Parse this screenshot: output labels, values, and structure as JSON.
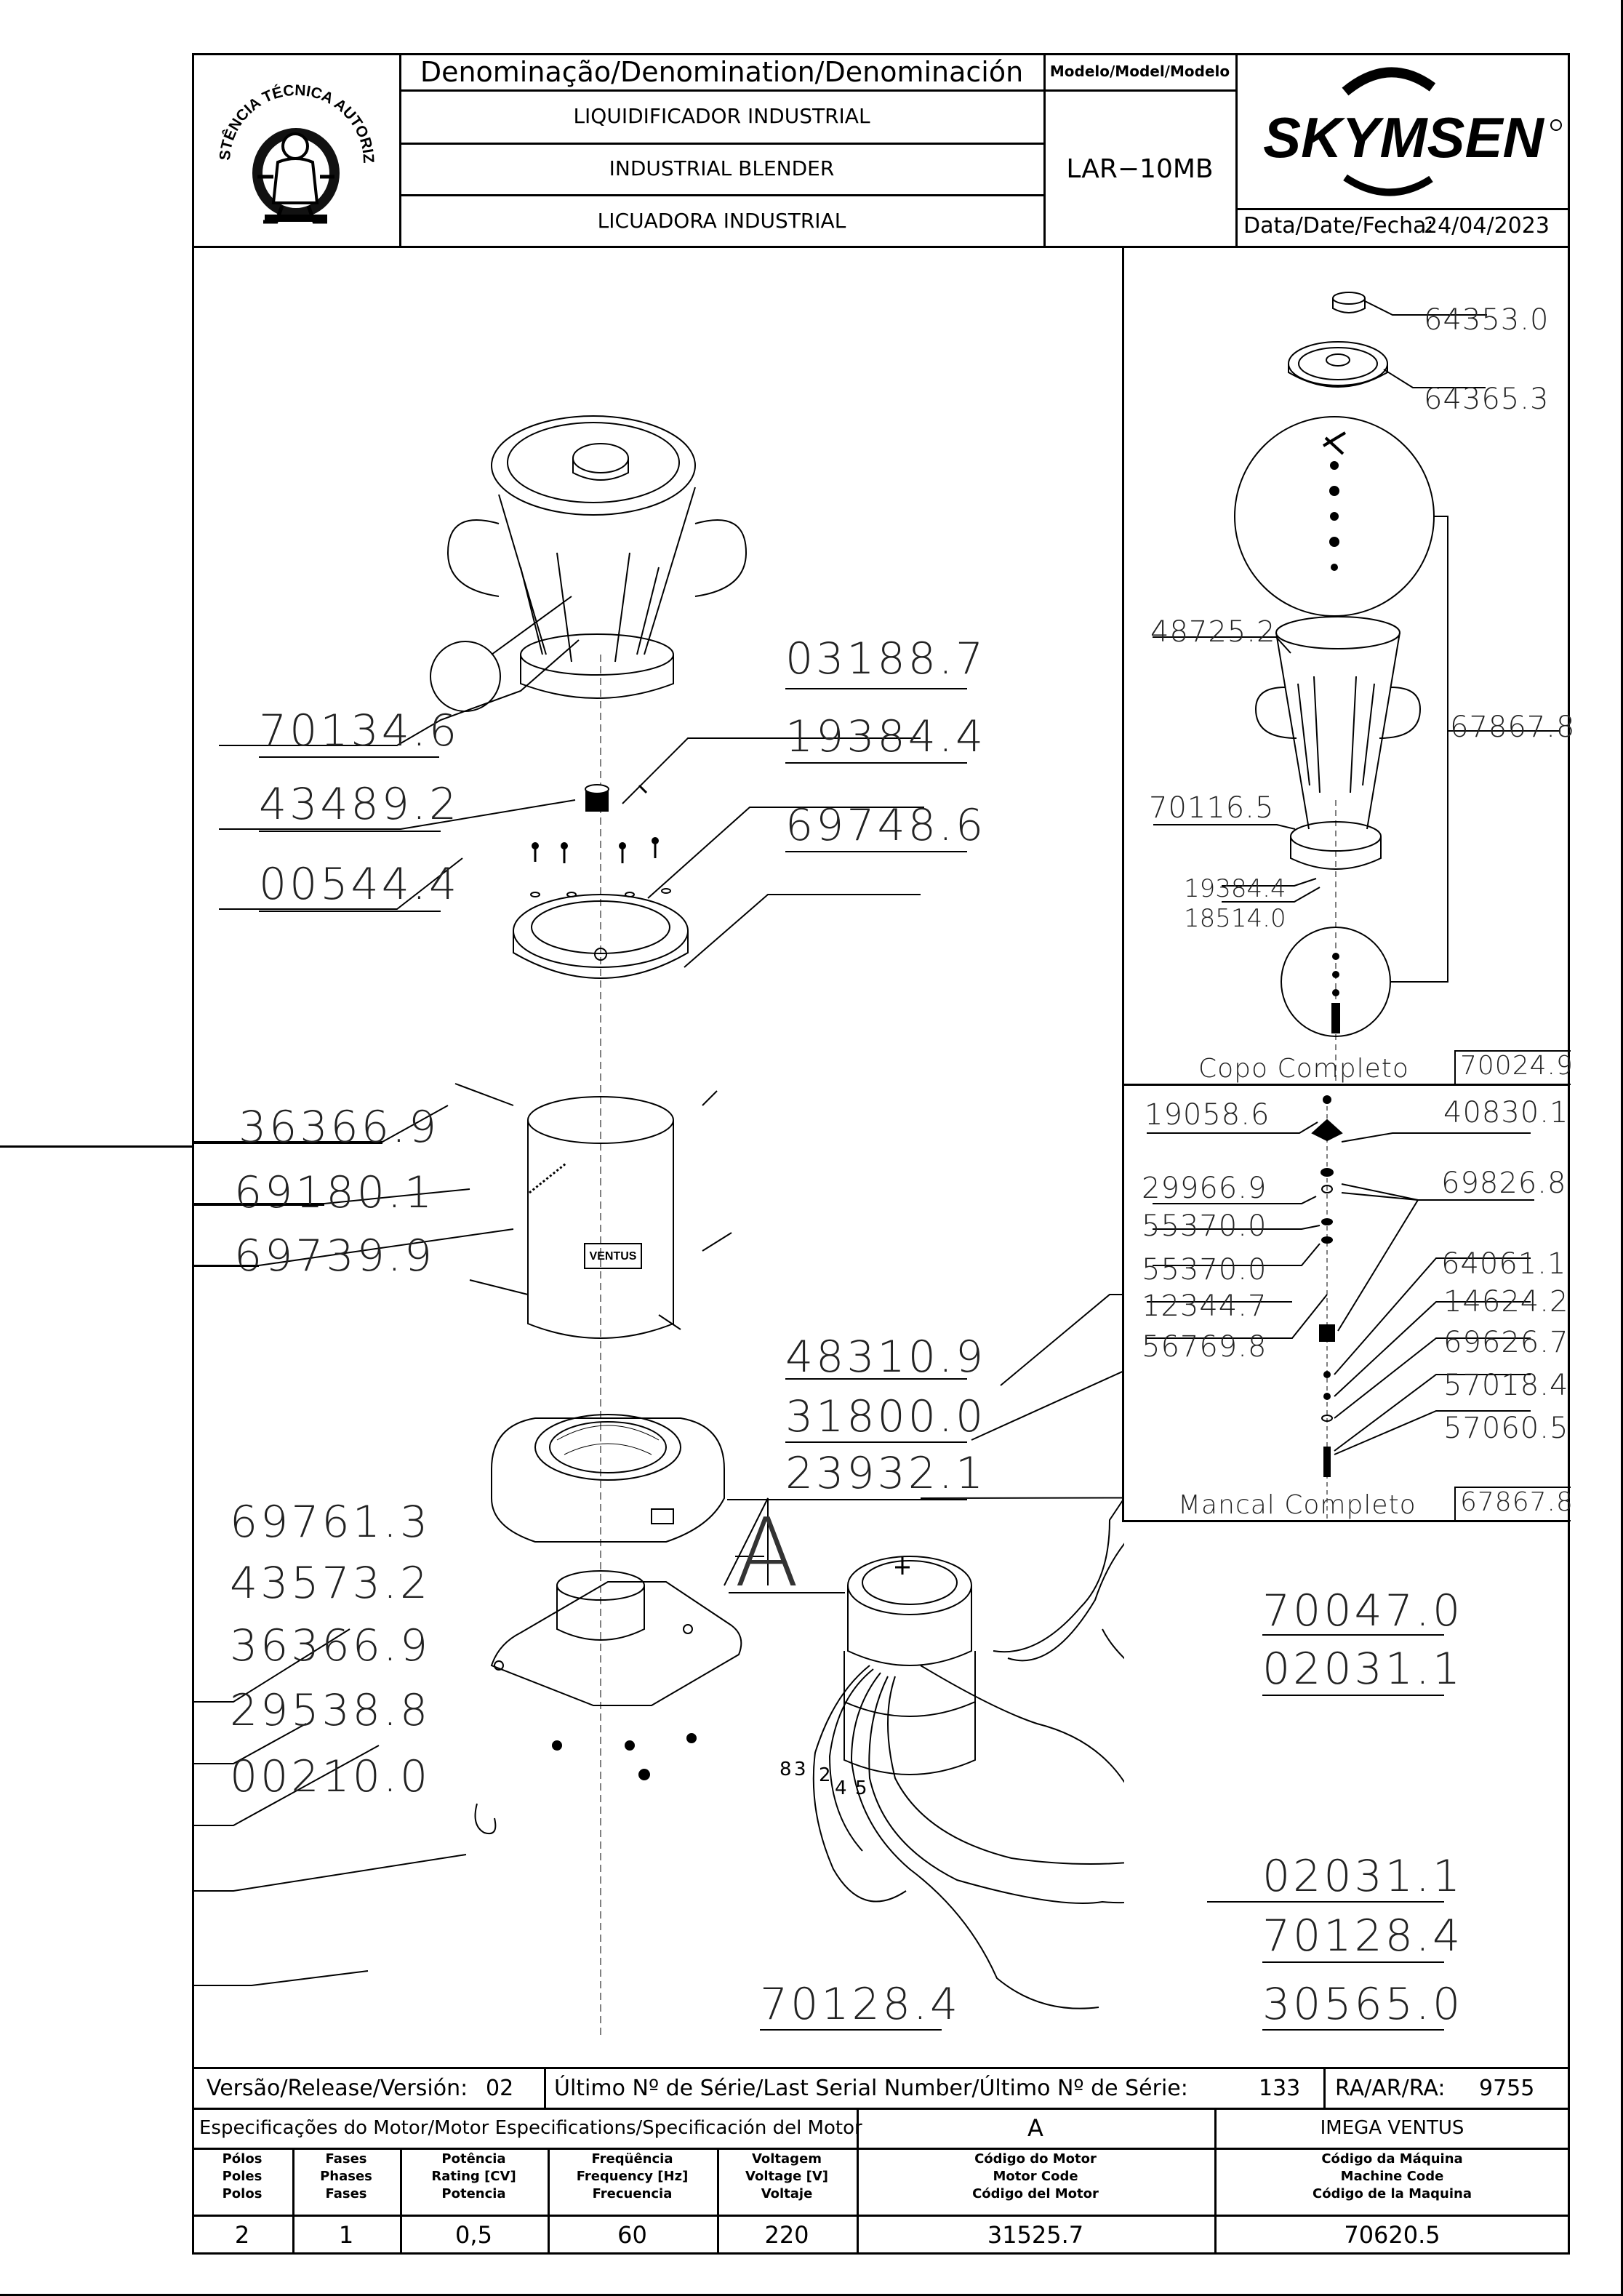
{
  "header": {
    "denomination_title": "Denominação/Denomination/Denominación",
    "name_pt": "LIQUIDIFICADOR  INDUSTRIAL",
    "name_en": "INDUSTRIAL  BLENDER",
    "name_es": "LICUADORA  INDUSTRIAL",
    "model_title": "Modelo/Model/Modelo",
    "model_value": "LAR−10MB",
    "brand": "SKYMSEN",
    "date_label": "Data/Date/Fecha:",
    "date_value": "24/04/2023",
    "seal_text": "ASSISTÊNCIA TÉCNICA AUTORIZADA"
  },
  "main_parts": {
    "p70134_6": "70134.6",
    "p43489_2": "43489.2",
    "p00544_4": "00544.4",
    "p03188_7": "03188.7",
    "p19384_4": "19384.4",
    "p69748_6": "69748.6",
    "p36366_9a": "36366.9",
    "p69180_1": "69180.1",
    "p69739_9": "69739.9",
    "p69761_3": "69761.3",
    "p43573_2": "43573.2",
    "p36366_9b": "36366.9",
    "p29538_8": "29538.8",
    "p00210_0": "00210.0",
    "p48310_9": "48310.9",
    "p31800_0": "31800.0",
    "p23932_1": "23932.1",
    "p70047_0": "70047.0",
    "p02031_1a": "02031.1",
    "p02031_1b": "02031.1",
    "p70128_4a": "70128.4",
    "p30565_0": "30565.0",
    "p70128_4b": "70128.4",
    "motor_label": "A",
    "wire_numbers": [
      "8",
      "3",
      "2",
      "4",
      "5"
    ],
    "plate_text": "VENTUS"
  },
  "cup_panel": {
    "parts": [
      "64353.0",
      "64365.3",
      "48725.2",
      "67867.8",
      "70116.5",
      "19384.4",
      "18514.0"
    ],
    "title": "Copo  Completo",
    "code": "70024.9"
  },
  "bearing_panel": {
    "left_parts": [
      "19058.6",
      "29966.9",
      "55370.0",
      "55370.0",
      "12344.7",
      "56769.8"
    ],
    "right_parts": [
      "40830.1",
      "69826.8",
      "64061.1",
      "14624.2",
      "69626.7",
      "57018.4",
      "57060.5"
    ],
    "title": "Mancal  Completo",
    "code": "67867.8"
  },
  "footer": {
    "version_label": "Versão/Release/Versión:",
    "version_value": "02",
    "serial_label": "Último  Nº  de  Série/Last  Serial  Number/Último  Nº  de  Série:",
    "serial_value": "133",
    "ra_label": "RA/AR/RA:",
    "ra_value": "9755",
    "spec_title": "Especificações do Motor/Motor Especifications/Specificación del Motor",
    "motor_letter": "A",
    "motor_name": "IMEGA  VENTUS",
    "columns": [
      {
        "h1": "Pólos",
        "h2": "Poles",
        "h3": "Polos",
        "value": "2"
      },
      {
        "h1": "Fases",
        "h2": "Phases",
        "h3": "Fases",
        "value": "1"
      },
      {
        "h1": "Potência",
        "h2": "Rating [CV]",
        "h3": "Potencia",
        "value": "0,5"
      },
      {
        "h1": "Freqüência",
        "h2": "Frequency [Hz]",
        "h3": "Frecuencia",
        "value": "60"
      },
      {
        "h1": "Voltagem",
        "h2": "Voltage [V]",
        "h3": "Voltaje",
        "value": "220"
      },
      {
        "h1": "Código do Motor",
        "h2": "Motor Code",
        "h3": "Código del Motor",
        "value": "31525.7"
      },
      {
        "h1": "Código da Máquina",
        "h2": "Machine Code",
        "h3": "Código de la Maquina",
        "value": "70620.5"
      }
    ]
  }
}
